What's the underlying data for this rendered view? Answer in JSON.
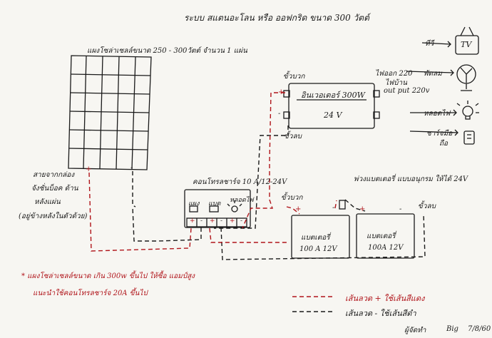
{
  "title": "ระบบ สแตนอะโลน หรือ ออฟกริด ขนาด 300 วัตต์",
  "panel": {
    "label": "แผงโซล่าเซลล์ขนาด 250 - 300วัตต์ จำนวน 1 แผ่น"
  },
  "panel_note": [
    "สายจากกล่อง",
    "จังชั่นบ็อค ด้าน",
    "หลังแผ่น",
    "(อยู่ข้างหลังในตัวด้วย)"
  ],
  "inverter": {
    "label_top": "ขั้วบวก",
    "name": "อินเวอเตอร์ 300W",
    "volt": "24 V",
    "label_bottom": "ขั้วลบ",
    "out1": "ไฟออก 220",
    "out2": "ไฟบ้าน",
    "out3": "out put 220v"
  },
  "loads": [
    "ทีวี",
    "พัดลม",
    "หลอดไฟ",
    "ชาร์จมือ",
    "ถือ"
  ],
  "tv_label": "TV",
  "controller": {
    "title": "คอนโทรลชาร์จ 10 A/12-24V",
    "icon1": "แผง",
    "icon2": "แบต",
    "icon3": "หลอดไฟ"
  },
  "battery_labels": {
    "series_note": "พ่วงแบตเตอรี่ แบบอนุกรม ให้ได้ 24V",
    "plus": "ขั้วบวก",
    "minus": "ขั้วลบ"
  },
  "batteries": [
    {
      "name": "แบตเตอรี่",
      "spec": "100 A 12V"
    },
    {
      "name": "แบตเตอรี่",
      "spec": "100A 12V"
    }
  ],
  "warning": [
    "* แผงโซล่าเซลล์ขนาด เกิน 300w ขึ้นไป ให้ซื้อ แอมป์สูง",
    "แนะนำใช้คอนโทรลชาร์จ 20A ขึ้นไป"
  ],
  "legend": {
    "red": "เส้นลวด + ใช้เส้นสีแดง",
    "black": "เส้นลวด - ใช้เส้นสีดำ"
  },
  "signature": {
    "author": "ผู้จัดทำ",
    "name": "Big",
    "date": "7/8/60"
  },
  "colors": {
    "red_wire": "#b0141a",
    "black_wire": "#1a1a1a",
    "paper": "#f7f6f2"
  }
}
